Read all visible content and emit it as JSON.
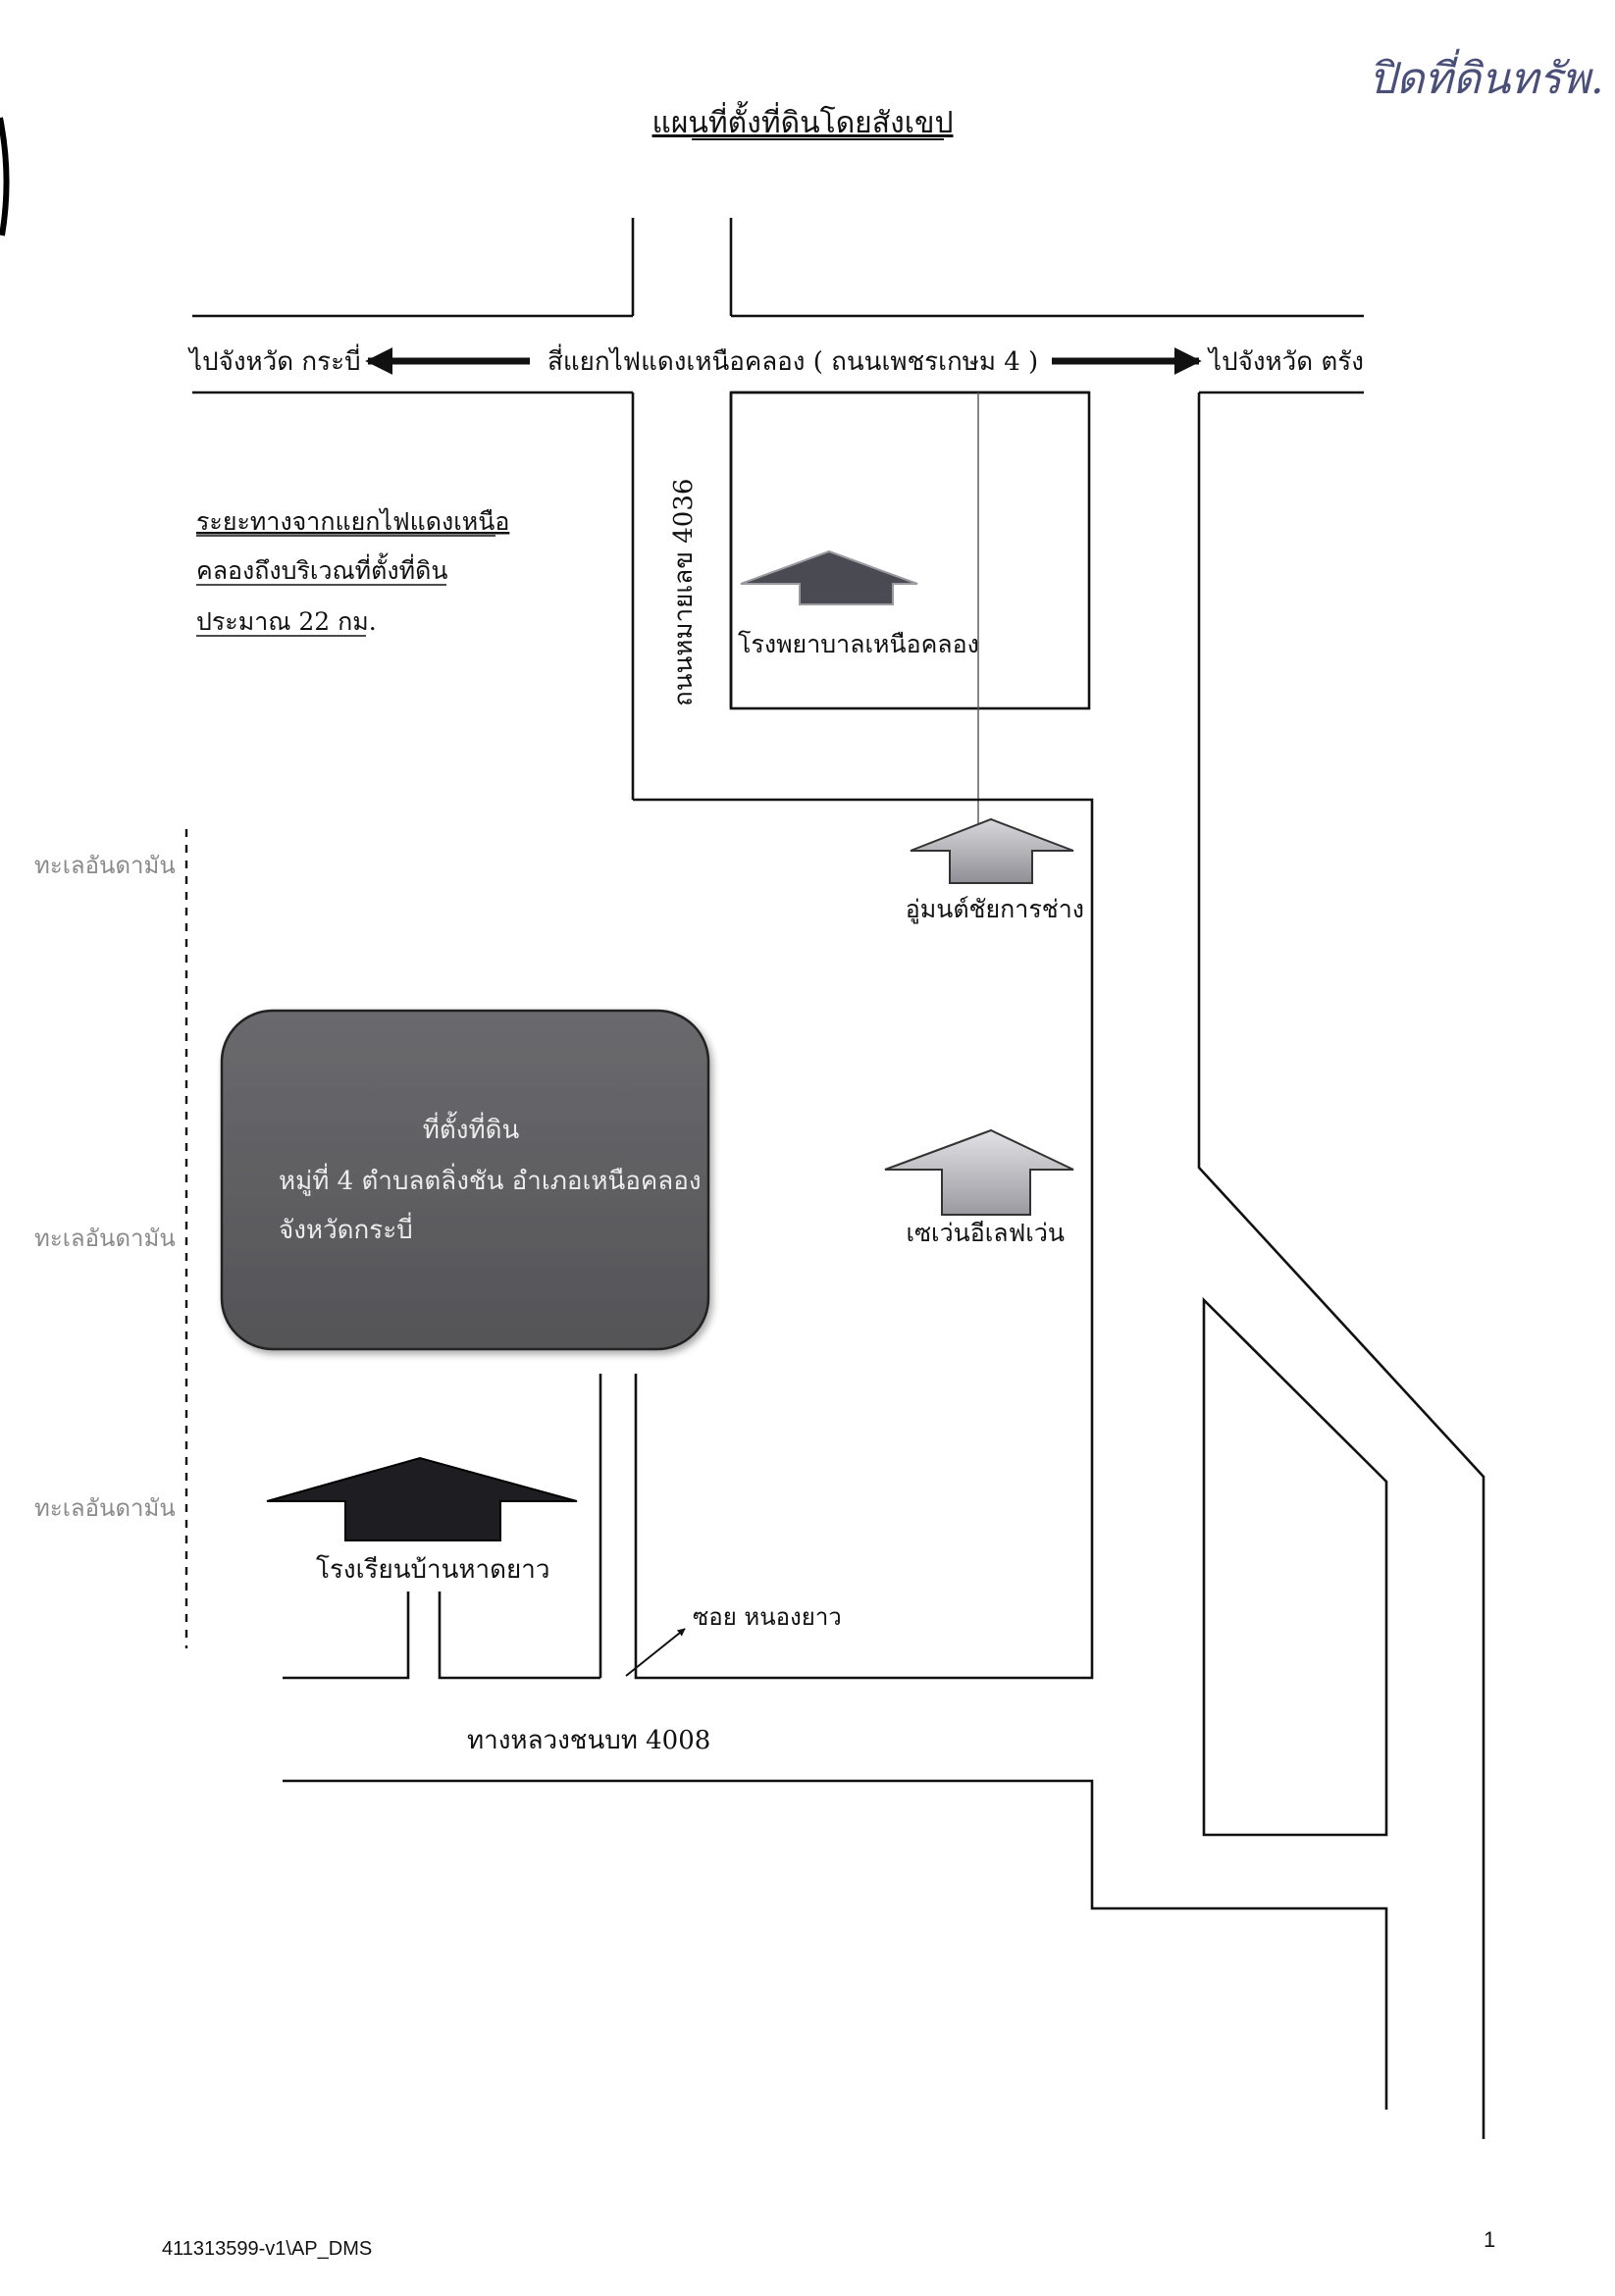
{
  "handwritten_note": "ปิดที่ดินทรัพ.",
  "title": "แผนที่ตั้งที่ดินโดยสังเขป",
  "roads": {
    "main_road_label": "สี่แยกไฟแดงเหนือคลอง ( ถนนเพชรเกษม 4 )",
    "to_krabi": "ไปจังหวัด กระบี่",
    "to_trang": "ไปจังหวัด ตรัง",
    "highway_4036": "ถนนหมายเลข 4036",
    "rural_road_4008": "ทางหลวงชนบท 4008",
    "soi": "ซอย หนองยาว"
  },
  "distance_note": {
    "line1": "ระยะทางจากแยกไฟแดงเหนือ",
    "line2": "คลองถึงบริเวณที่ตั้งที่ดิน",
    "line3": "ประมาณ 22 กม."
  },
  "landmarks": {
    "hospital": "โรงพยาบาลเหนือคลอง",
    "garage": "อู่มนต์ชัยการช่าง",
    "seven_eleven": "เซเว่นอีเลฟเว่น",
    "school": "โรงเรียนบ้านหาดยาว"
  },
  "plot": {
    "title": "ที่ตั้งที่ดิน",
    "line1": "หมู่ที่ 4 ตำบลตลิ่งชัน อำเภอเหนือคลอง",
    "line2": "จังหวัดกระบี่"
  },
  "sea": {
    "label_1": "ทะเลอันดามัน",
    "label_2": "ทะเลอันดามัน",
    "label_3": "ทะเลอันดามัน"
  },
  "footer": {
    "doc_ref": "411313599-v1\\AP_DMS",
    "page_number": "1"
  },
  "colors": {
    "ink": "#111111",
    "plot_fill": "#5f5f62",
    "hospital_arrow": "#4a4a52",
    "garage_arrow": "#a9a9ad",
    "seven_arrow": "#bdbdc1",
    "school_arrow": "#1e1e22",
    "sea_text": "#8a8a8a"
  }
}
